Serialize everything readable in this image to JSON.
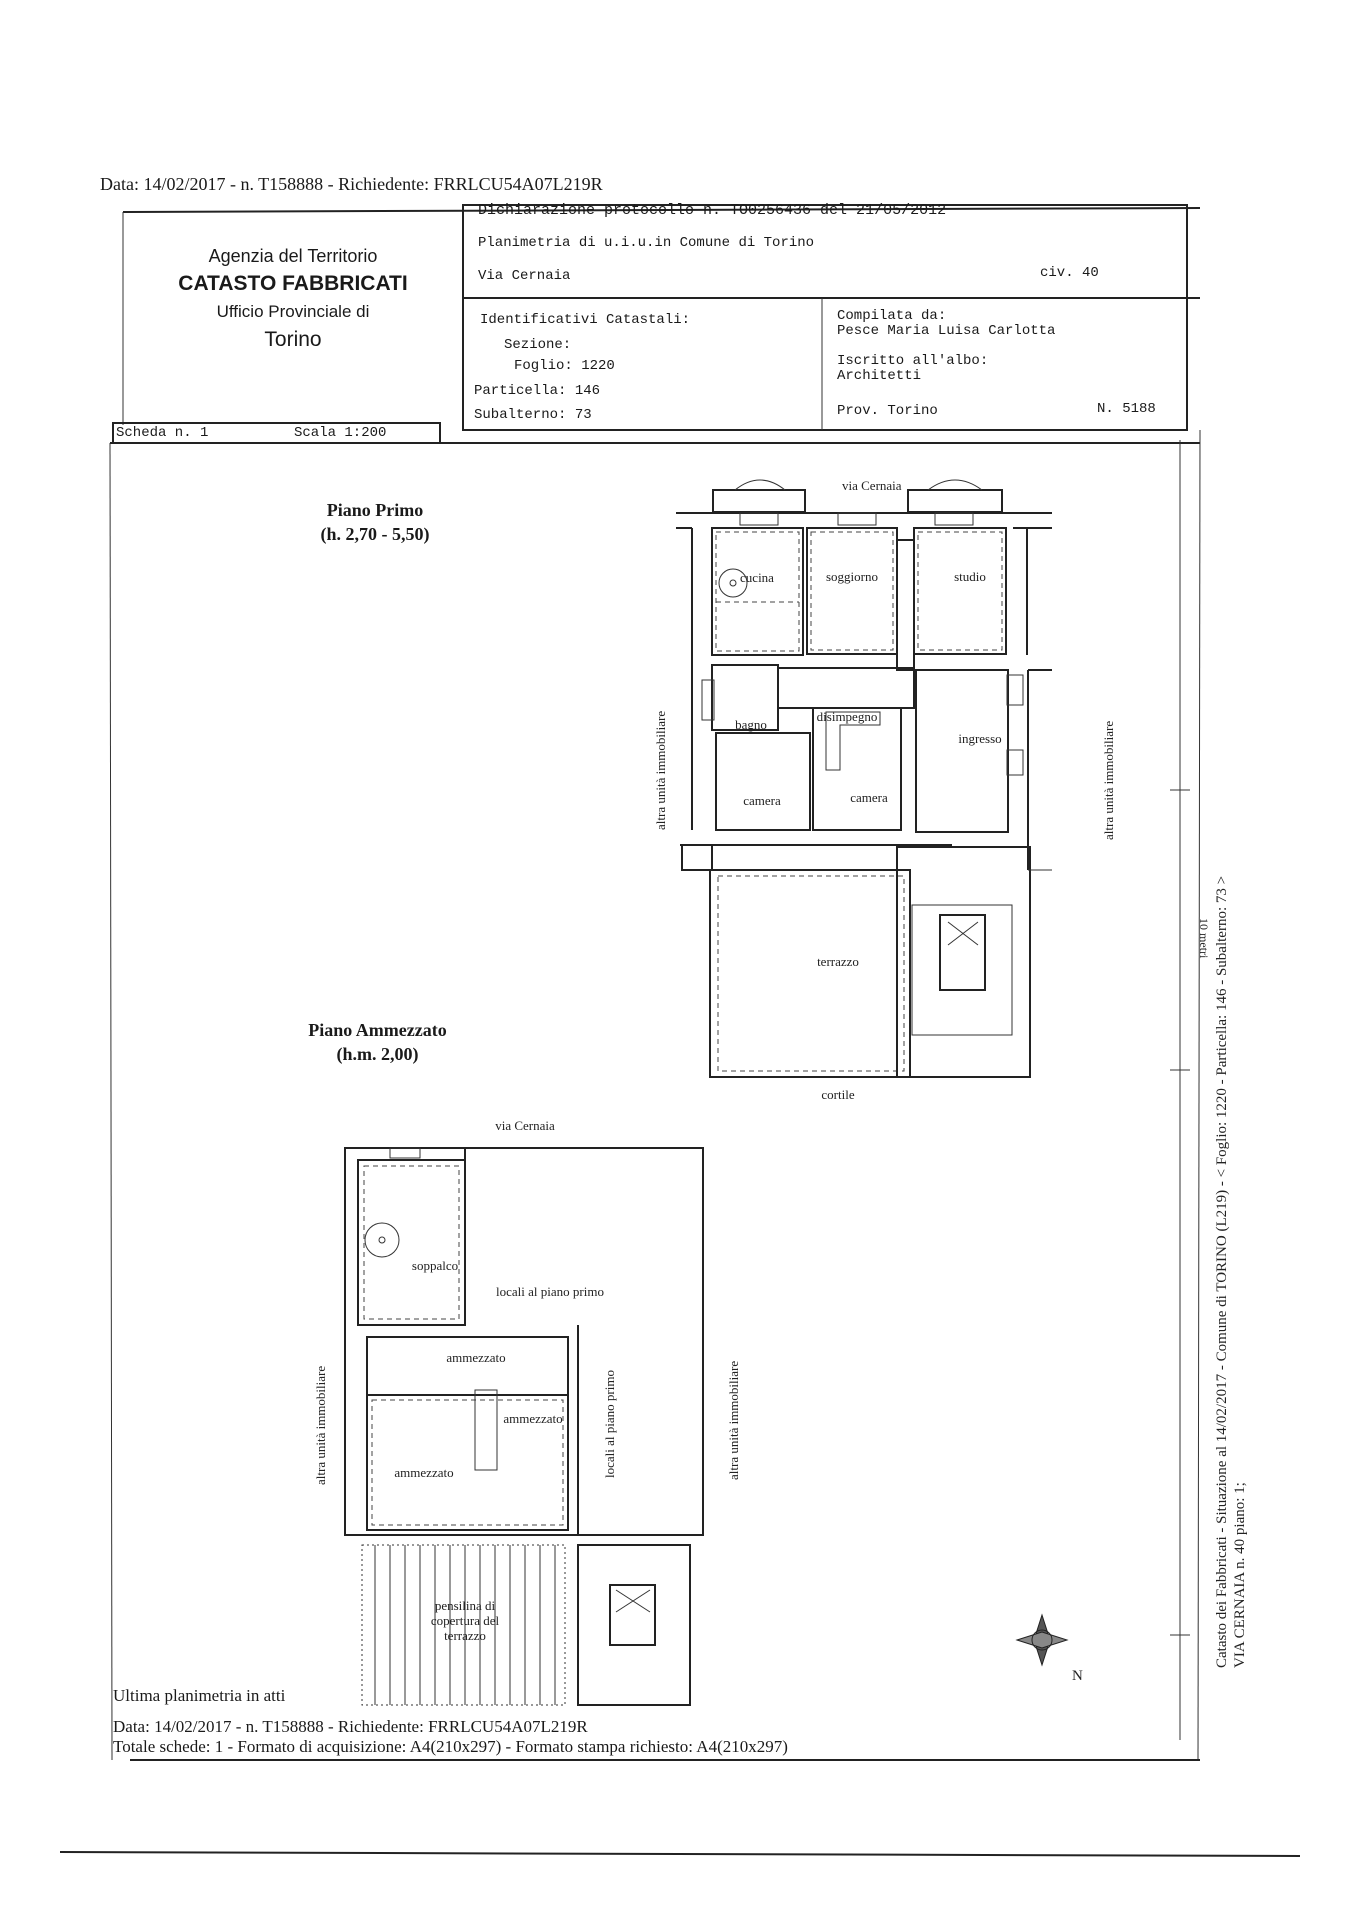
{
  "header_line": "Data: 14/02/2017 - n. T158888 - Richiedente: FRRLCU54A07L219R",
  "agency": {
    "line1": "Agenzia del Territorio",
    "line2": "CATASTO FABBRICATI",
    "line3": "Ufficio Provinciale di",
    "line4": "Torino"
  },
  "declaration": {
    "protocol": "Dichiarazione protocollo n. TO0256436 del  21/05/2012",
    "planimetria": "Planimetria di u.i.u.in Comune di Torino",
    "street": "Via Cernaia",
    "civic": "civ. 40"
  },
  "identifiers": {
    "title": "Identificativi Catastali:",
    "sezione": "Sezione:",
    "foglio": "Foglio: 1220",
    "particella": "Particella: 146",
    "subalterno": "Subalterno: 73"
  },
  "compiler": {
    "label": "Compilata da:",
    "name": "Pesce Maria Luisa Carlotta",
    "albo_label": "Iscritto all'albo:",
    "albo": "Architetti",
    "prov": "Prov. Torino",
    "number": "N. 5188"
  },
  "scheda": {
    "number": "Scheda n. 1",
    "scale": "Scala 1:200"
  },
  "piano_primo": {
    "title": "Piano Primo",
    "height": "(h. 2,70 - 5,50)",
    "street": "via Cernaia",
    "rooms": [
      "cucina",
      "soggiorno",
      "studio",
      "bagno",
      "disimpegno",
      "ingresso",
      "camera",
      "camera",
      "terrazzo"
    ],
    "courtyard": "cortile",
    "neighbor_left": "altra unità immobiliare",
    "neighbor_right": "altra unità immobiliare"
  },
  "piano_ammezzato": {
    "title": "Piano Ammezzato",
    "height": "(h.m. 2,00)",
    "street": "via Cernaia",
    "rooms": [
      "soppalco",
      "locali al piano primo",
      "ammezzato",
      "ammezzato",
      "ammezzato",
      "locali al piano primo"
    ],
    "canopy": [
      "pensilina di",
      "copertura del",
      "terrazzo"
    ],
    "neighbor_left": "altra unità immobiliare",
    "neighbor_right": "altra unità immobiliare"
  },
  "compass_label": "N",
  "scale_bar_label": "10 metri",
  "side_text_1": "Catasto dei Fabbricati - Situazione al 14/02/2017 - Comune di TORINO (L219) - < Foglio: 1220 - Particella: 146 - Subalterno: 73 >",
  "side_text_2": "VIA CERNAIA n. 40 piano: 1;",
  "footer": {
    "last": "Ultima planimetria in atti",
    "data": "Data: 14/02/2017 - n. T158888 - Richiedente: FRRLCU54A07L219R",
    "totale": "Totale schede: 1 - Formato di acquisizione: A4(210x297)  - Formato stampa richiesto: A4(210x297)"
  }
}
